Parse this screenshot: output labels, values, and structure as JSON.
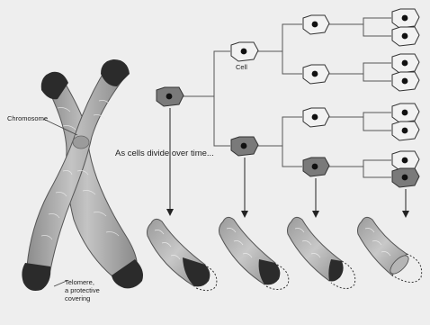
{
  "labels": {
    "chromosome": "Chromosome",
    "cell": "Cell",
    "divide": "As cells divide over time...",
    "telomere_line1": "Telomere,",
    "telomere_line2": "a protective",
    "telomere_line3": "covering"
  },
  "colors": {
    "background": "#eeeeee",
    "chromosome_body": "#a8a8a8",
    "telomere": "#2b2b2b",
    "cell_light": "#f2f2f2",
    "cell_dark": "#7a7a7a",
    "nucleus": "#111111",
    "connector": "#555555"
  }
}
